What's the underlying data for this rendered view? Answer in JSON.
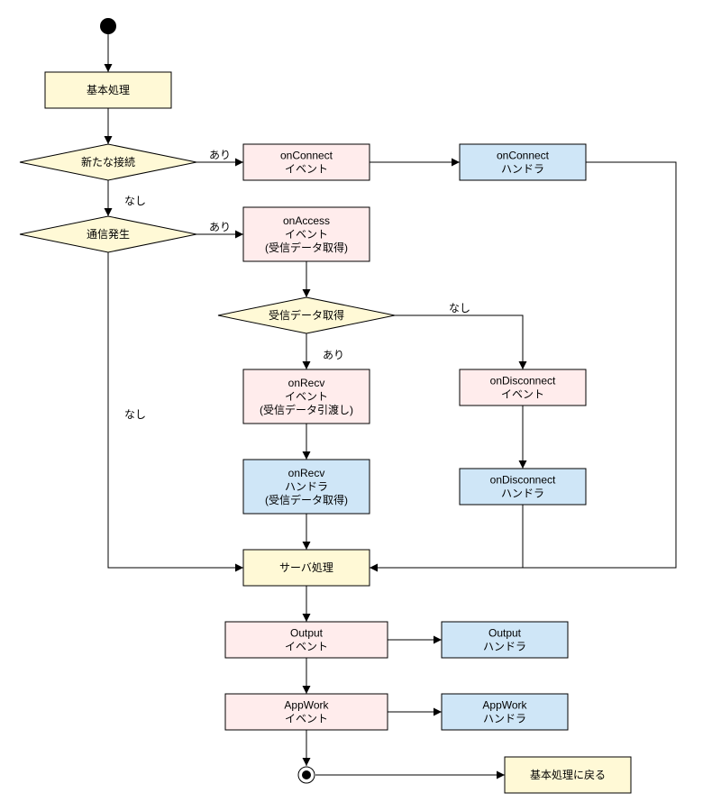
{
  "colors": {
    "process": "#fff9d6",
    "event": "#ffecec",
    "handler": "#cfe6f7",
    "decision": "#fff9d6",
    "line": "#000000"
  },
  "nodes": {
    "basic": {
      "lines": [
        "基本処理"
      ]
    },
    "dec_new": {
      "lines": [
        "新たな接続"
      ]
    },
    "ev_connect": {
      "lines": [
        "onConnect",
        "イベント"
      ]
    },
    "h_connect": {
      "lines": [
        "onConnect",
        "ハンドラ"
      ]
    },
    "dec_comm": {
      "lines": [
        "通信発生"
      ]
    },
    "ev_access": {
      "lines": [
        "onAccess",
        "イベント",
        "(受信データ取得)"
      ]
    },
    "dec_recv": {
      "lines": [
        "受信データ取得"
      ]
    },
    "ev_recv": {
      "lines": [
        "onRecv",
        "イベント",
        "(受信データ引渡し)"
      ]
    },
    "h_recv": {
      "lines": [
        "onRecv",
        "ハンドラ",
        "(受信データ取得)"
      ]
    },
    "ev_disc": {
      "lines": [
        "onDisconnect",
        "イベント"
      ]
    },
    "h_disc": {
      "lines": [
        "onDisconnect",
        "ハンドラ"
      ]
    },
    "server": {
      "lines": [
        "サーバ処理"
      ]
    },
    "ev_output": {
      "lines": [
        "Output",
        "イベント"
      ]
    },
    "h_output": {
      "lines": [
        "Output",
        "ハンドラ"
      ]
    },
    "ev_appwork": {
      "lines": [
        "AppWork",
        "イベント"
      ]
    },
    "h_appwork": {
      "lines": [
        "AppWork",
        "ハンドラ"
      ]
    },
    "back": {
      "lines": [
        "基本処理に戻る"
      ]
    }
  },
  "labels": {
    "new_yes": "あり",
    "new_no": "なし",
    "comm_yes": "あり",
    "comm_no": "なし",
    "recv_no": "なし",
    "recv_yes": "あり"
  }
}
